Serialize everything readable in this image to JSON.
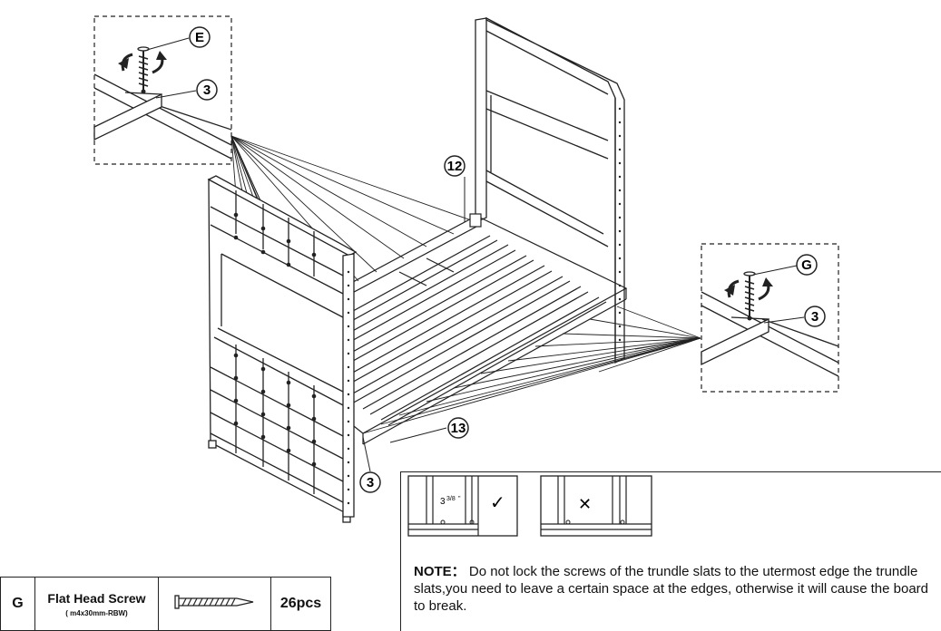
{
  "callouts": {
    "screw_g": "G",
    "screw_e": "E",
    "slat_left_detail": "3",
    "slat_right_detail": "3",
    "slat_bottom": "3",
    "frame_rail": "12",
    "trundle_rail": "13"
  },
  "correct_example": {
    "gap_whole": "3",
    "gap_fraction": "3/8",
    "gap_unit": "\"",
    "check_symbol": "✓"
  },
  "incorrect_example": {
    "cross_symbol": "✕"
  },
  "note": {
    "label": "NOTE",
    "separator": "：",
    "text": "Do not lock the screws of the trundle slats to the utermost edge the trundle slats,you need to leave a certain space at the edges, otherwise it will cause the board to break."
  },
  "parts": [
    {
      "letter": "G",
      "name": "Flat Head Screw",
      "spec": "( m4x30mm-RBW)",
      "quantity": "26pcs"
    }
  ]
}
